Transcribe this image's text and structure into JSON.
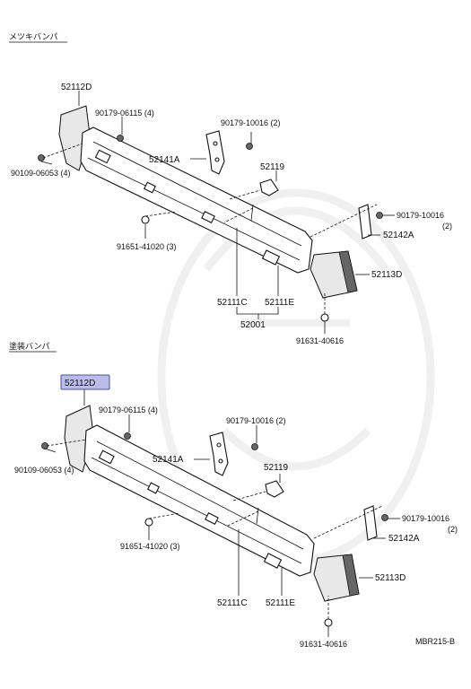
{
  "sections": [
    {
      "title": "メツキバンパ"
    },
    {
      "title": "塗装バンパ"
    }
  ],
  "top_labels": {
    "l52112D": "52112D",
    "l90179_06115": "90179-06115 (4)",
    "l90109_06053": "90109-06053 (4)",
    "l52141A": "52141A",
    "l90179_10016a": "90179-10016 (2)",
    "l52119": "52119",
    "l90179_10016b": "90179-10016",
    "l2": "(2)",
    "l52142A": "52142A",
    "l52113D": "52113D",
    "l91651": "91651-41020 (3)",
    "l52111C": "52111C",
    "l52111E": "52111E",
    "l52001": "52001",
    "l91631": "91631-40616"
  },
  "bottom_labels": {
    "l52112D": "52112D",
    "l90179_06115": "90179-06115 (4)",
    "l90109_06053": "90109-06053 (4)",
    "l52141A": "52141A",
    "l90179_10016a": "90179-10016 (2)",
    "l52119": "52119",
    "l90179_10016b": "90179-10016",
    "l2": "(2)",
    "l52142A": "52142A",
    "l52113D": "52113D",
    "l91651": "91651-41020 (3)",
    "l52111C": "52111C",
    "l52111E": "52111E",
    "l91631": "91631-40616"
  },
  "footer_code": "MBR215-B",
  "colors": {
    "highlight": "#b9bde8",
    "highlight_border": "#4b4fa8"
  }
}
